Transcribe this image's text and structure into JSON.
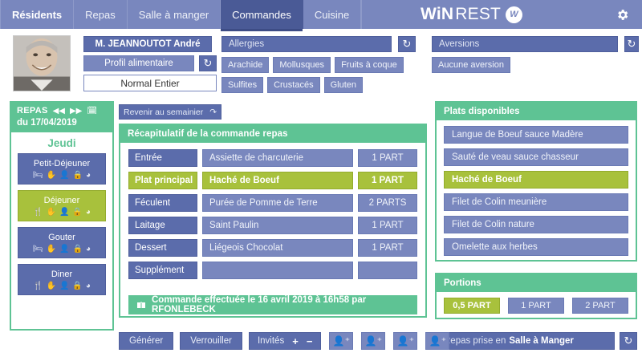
{
  "nav": {
    "tabs": [
      {
        "label": "Résidents",
        "active": false
      },
      {
        "label": "Repas",
        "active": false
      },
      {
        "label": "Salle à manger",
        "active": false
      },
      {
        "label": "Commandes",
        "active": true
      },
      {
        "label": "Cuisine",
        "active": false
      }
    ],
    "brand_part1": "WiN",
    "brand_part2": "REST",
    "brand_mark": "W",
    "settings_icon": "gear-icon"
  },
  "patient": {
    "avatar_alt": "resident-photo",
    "name": "M. JEANNOUTOT André",
    "profile_label": "Profil alimentaire",
    "profile_refresh_icon": "refresh-icon",
    "diet_value": "Normal Entier",
    "allergies_title": "Allergies",
    "allergies_refresh_icon": "refresh-icon",
    "allergies": [
      "Arachide",
      "Mollusques",
      "Fruits à coque",
      "Sulfites",
      "Crustacés",
      "Gluten"
    ],
    "aversions_title": "Aversions",
    "aversions_refresh_icon": "refresh-icon",
    "aversions": [
      "Aucune aversion"
    ]
  },
  "sidebar": {
    "title": "REPAS",
    "prev_icon": "fast-backward-icon",
    "next_icon": "fast-forward-icon",
    "calendar_icon": "calendar-icon",
    "date": "du 17/04/2019",
    "weekday": "Jeudi",
    "meals": [
      {
        "label": "Petit-Déjeuner",
        "selected": false,
        "icons": [
          "bed-icon",
          "hand-icon",
          "user-plus-icon",
          "lock-icon",
          "pie-icon"
        ]
      },
      {
        "label": "Déjeuner",
        "selected": true,
        "icons": [
          "cutlery-icon",
          "hand-icon",
          "user-plus-icon",
          "lock-icon",
          "pie-icon"
        ]
      },
      {
        "label": "Gouter",
        "selected": false,
        "icons": [
          "bed-icon",
          "hand-icon",
          "user-plus-icon",
          "lock-icon",
          "pie-icon"
        ]
      },
      {
        "label": "Diner",
        "selected": false,
        "icons": [
          "cutlery-icon",
          "hand-icon",
          "user-plus-icon",
          "lock-icon",
          "pie-icon"
        ]
      }
    ]
  },
  "center": {
    "back_label": "Revenir au semainier",
    "back_icon": "arrow-forward-icon",
    "title": "Récapitulatif de la commande repas",
    "courses": [
      {
        "label": "Entrée",
        "dish": "Assiette de charcuterie",
        "qty": "1 PART",
        "selected": false
      },
      {
        "label": "Plat principal",
        "dish": "Haché de Boeuf",
        "qty": "1 PART",
        "selected": true
      },
      {
        "label": "Féculent",
        "dish": "Purée de Pomme de Terre",
        "qty": "2 PARTS",
        "selected": false
      },
      {
        "label": "Laitage",
        "dish": "Saint Paulin",
        "qty": "1 PART",
        "selected": false
      },
      {
        "label": "Dessert",
        "dish": "Liégeois Chocolat",
        "qty": "1 PART",
        "selected": false
      },
      {
        "label": "Supplément",
        "dish": "",
        "qty": "",
        "selected": false
      }
    ],
    "order_status_icon": "tray-icon",
    "order_status": "Commande effectuée le 16 avril 2019 à 16h58 par RFONLEBECK"
  },
  "dishes_panel": {
    "title": "Plats disponibles",
    "items": [
      {
        "label": "Langue de Boeuf sauce Madère",
        "selected": false
      },
      {
        "label": "Sauté de veau sauce chasseur",
        "selected": false
      },
      {
        "label": "Haché de Boeuf",
        "selected": true
      },
      {
        "label": "Filet de Colin meunière",
        "selected": false
      },
      {
        "label": "Filet de Colin nature",
        "selected": false
      },
      {
        "label": "Omelette aux herbes",
        "selected": false
      }
    ]
  },
  "portions_panel": {
    "title": "Portions",
    "options": [
      {
        "label": "0,5 PART",
        "selected": true
      },
      {
        "label": "1 PART",
        "selected": false
      },
      {
        "label": "2 PART",
        "selected": false
      }
    ]
  },
  "location": {
    "prefix": "Repas prise en",
    "room": "Salle à Manger",
    "refresh_icon": "refresh-icon"
  },
  "bottom": {
    "generate_label": "Générer",
    "lock_label": "Verrouiller",
    "guests_label": "Invités",
    "plus_sign": "+",
    "minus_sign": "−",
    "guest_buttons": [
      "user-plus-icon",
      "user-plus-icon",
      "user-plus-icon",
      "user-plus-icon"
    ]
  },
  "colors": {
    "nav_bg": "#7987be",
    "nav_active": "#4a5a96",
    "green": "#5ec394",
    "olive": "#a8c13c",
    "blue_dark": "#5b6cab",
    "blue_mid": "#7987be"
  }
}
